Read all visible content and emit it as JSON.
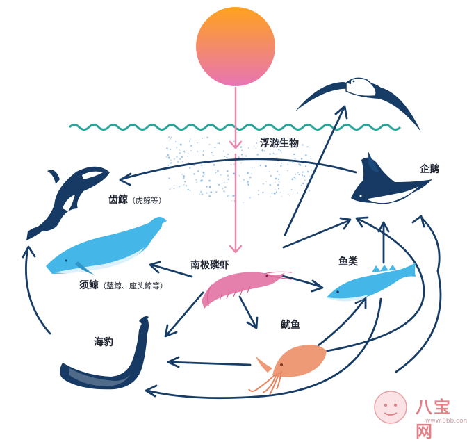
{
  "labels": {
    "plankton": "浮游生物",
    "penguin": "企鹅",
    "toothed_whale": "齿鲸",
    "toothed_whale_note": "（虎鲸等）",
    "krill": "南极磷虾",
    "fish": "鱼类",
    "baleen_whale": "须鲸",
    "baleen_whale_note": "（蓝鲸、座头鲸等）",
    "seal": "海豹",
    "squid": "鱿鱼"
  },
  "watermark": {
    "brand": "八宝网",
    "url": "www.8bb.com",
    "text_color": "#e37f86"
  },
  "colors": {
    "arrow": "#173d66",
    "sun_arrow": "#e889ad",
    "wave": "#2aa398",
    "whale_dark": "#163a63",
    "whale_light": "#45b6e8",
    "krill": "#e57fab",
    "squid": "#ef9a76",
    "sun_top": "#ffa21e",
    "sun_bottom": "#e874b4",
    "plankton_dots": "#7fb3e1"
  },
  "icons": [
    "sun-icon",
    "albatross-icon",
    "orca-icon",
    "penguin-icon",
    "blue-whale-icon",
    "krill-icon",
    "fish-icon",
    "seal-icon",
    "squid-icon"
  ]
}
